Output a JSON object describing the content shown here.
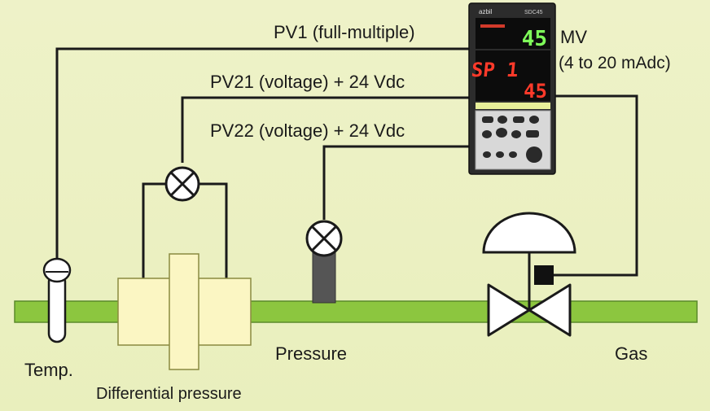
{
  "labels": {
    "pv1": "PV1 (full-multiple)",
    "pv21": "PV21 (voltage) + 24 Vdc",
    "pv22": "PV22 (voltage) + 24 Vdc",
    "mv": "MV",
    "mv_range": "(4 to 20 mAdc)",
    "temp": "Temp.",
    "differential_pressure": "Differential pressure",
    "pressure": "Pressure",
    "gas": "Gas"
  },
  "controller": {
    "brand": "azbil",
    "model": "SDC45",
    "top_value": "45",
    "sp_text": "SP 1",
    "bottom_value": "45"
  },
  "colors": {
    "pipe": "#8cc63f",
    "pipe_edge": "#5a8a2a",
    "wire": "#1a1a1a",
    "orifice": "#fbf6c3",
    "display_green": "#7fff5a",
    "display_red": "#ff3a2a"
  }
}
